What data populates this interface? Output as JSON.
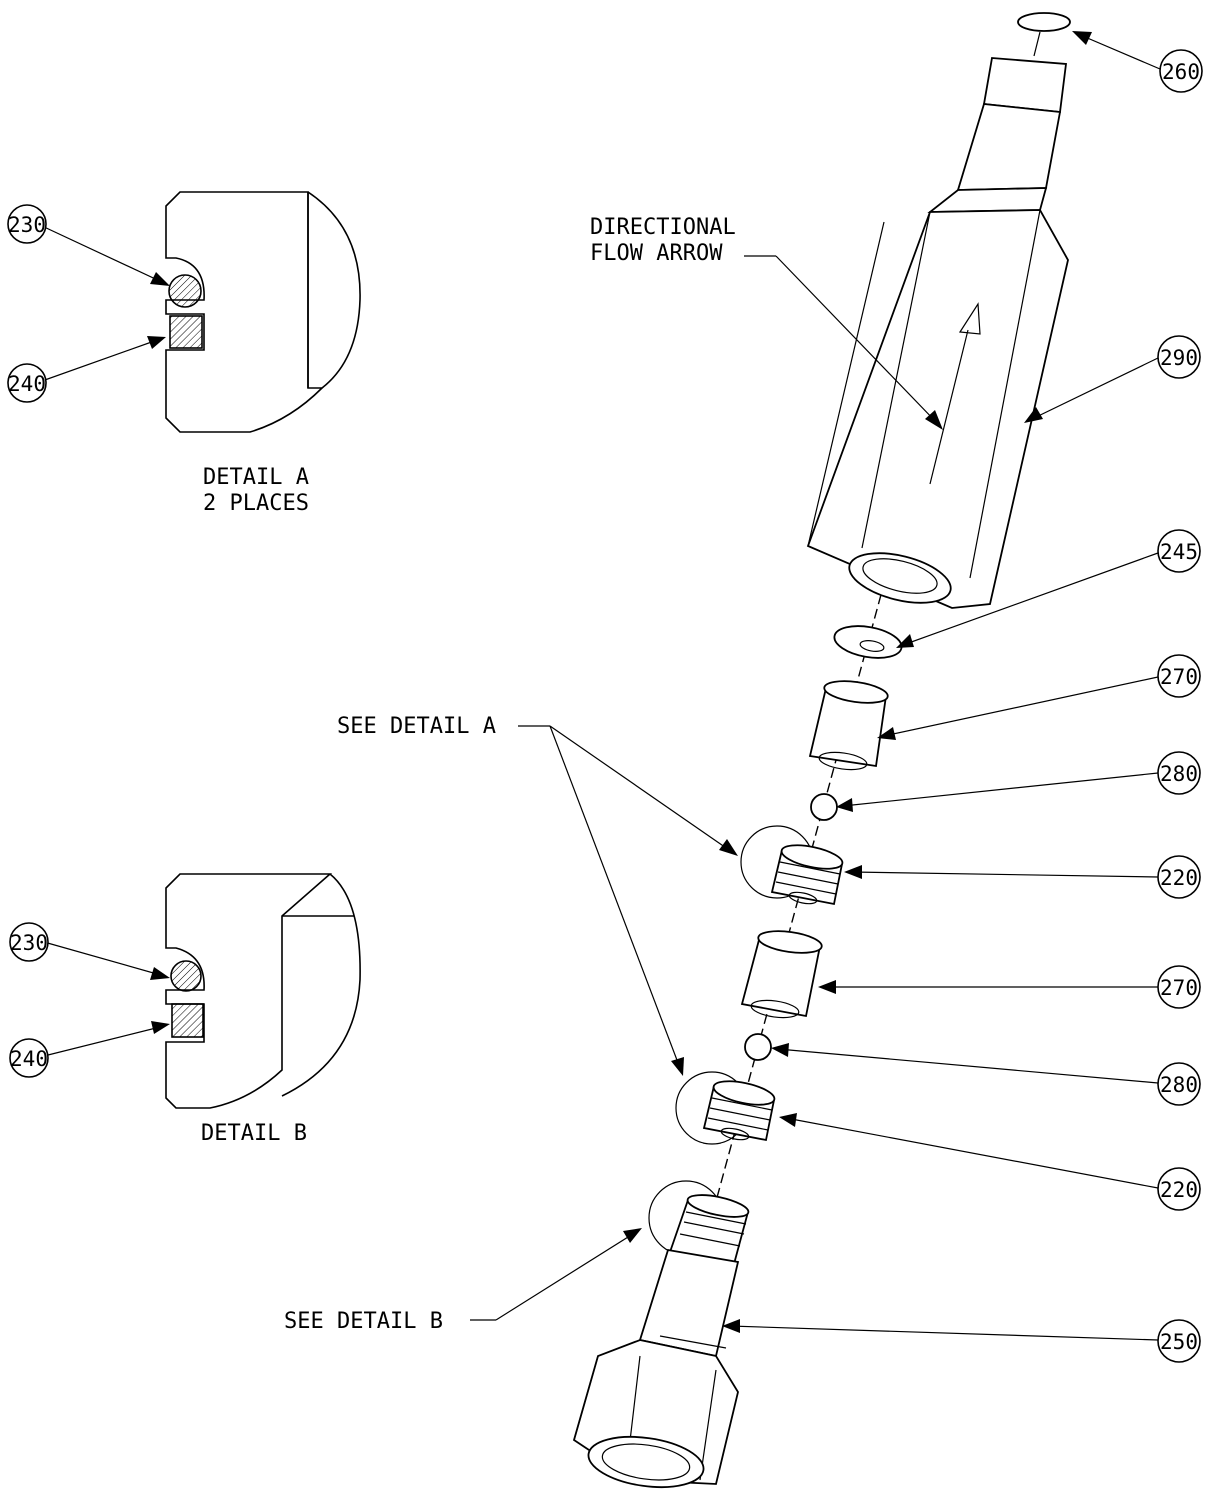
{
  "labels": {
    "detail_a_title": "DETAIL A",
    "detail_a_sub": "2 PLACES",
    "detail_b_title": "DETAIL B",
    "flow_line1": "DIRECTIONAL",
    "flow_line2": "FLOW ARROW",
    "see_a": "SEE DETAIL A",
    "see_b": "SEE DETAIL B"
  },
  "balloons": {
    "b230a": "230",
    "b240a": "240",
    "b230b": "230",
    "b240b": "240",
    "b260": "260",
    "b290": "290",
    "b245": "245",
    "b270a": "270",
    "b280a": "280",
    "b220a": "220",
    "b270b": "270",
    "b280b": "280",
    "b220b": "220",
    "b250": "250"
  }
}
